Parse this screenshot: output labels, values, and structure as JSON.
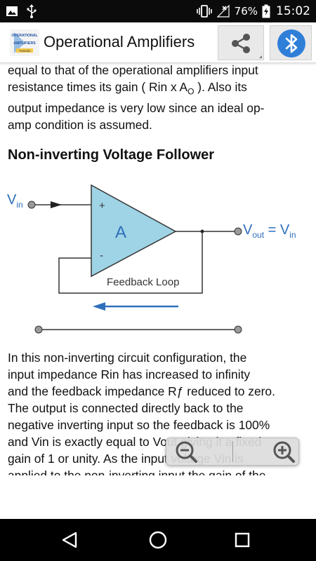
{
  "status_bar": {
    "battery_percent": "76%",
    "time": "15:02",
    "icons": [
      "image-icon",
      "usb-icon",
      "vibrate-icon",
      "no-signal-icon",
      "battery-charging-icon"
    ]
  },
  "app_bar": {
    "title": "Operational Amplifiers",
    "logo_text_1": "OPERATIONAL",
    "logo_text_2": "AMPLIFIERS",
    "logo_text_3": "Tutorials",
    "actions": [
      "share-icon",
      "bluetooth-icon"
    ],
    "colors": {
      "bluetooth_bg": "#2f7fd8"
    }
  },
  "content": {
    "intro_lines": [
      "equal to that of the operational amplifiers input",
      "resistance times its gain ( Rin x A",
      " ). Also its",
      "output impedance is very low since an ideal op-",
      "amp condition is assumed."
    ],
    "intro_subscript": "O",
    "heading": "Non-inverting Voltage Follower",
    "diagram": {
      "vin_label": "V",
      "vin_sub": "in",
      "vout_label": "V",
      "vout_sub": "out",
      "vout_eq": " = V",
      "vout_eq_sub": "in",
      "plus": "+",
      "minus": "-",
      "amp_label": "A",
      "feedback_label": "Feedback Loop",
      "colors": {
        "triangle": "#9fd3e6",
        "arrow": "#2e6fba",
        "label": "#2e6fba"
      }
    },
    "body_lines": [
      "In this non-inverting circuit configuration, the",
      "input impedance Rin has increased to infinity",
      "and the feedback impedance Rƒ reduced to zero.",
      "The output is connected directly back to the",
      "negative inverting input so the feedback is 100%",
      "and Vin is exactly equal to Vout giving it a fixed",
      "gain of 1 or unity. As the input voltage Vin is",
      "applied to the non-inverting input the gain of the"
    ]
  },
  "zoom": {
    "zoom_out": "zoom-out-icon",
    "zoom_in": "zoom-in-icon"
  },
  "nav_bar": {
    "buttons": [
      "back-icon",
      "home-icon",
      "recents-icon"
    ]
  }
}
